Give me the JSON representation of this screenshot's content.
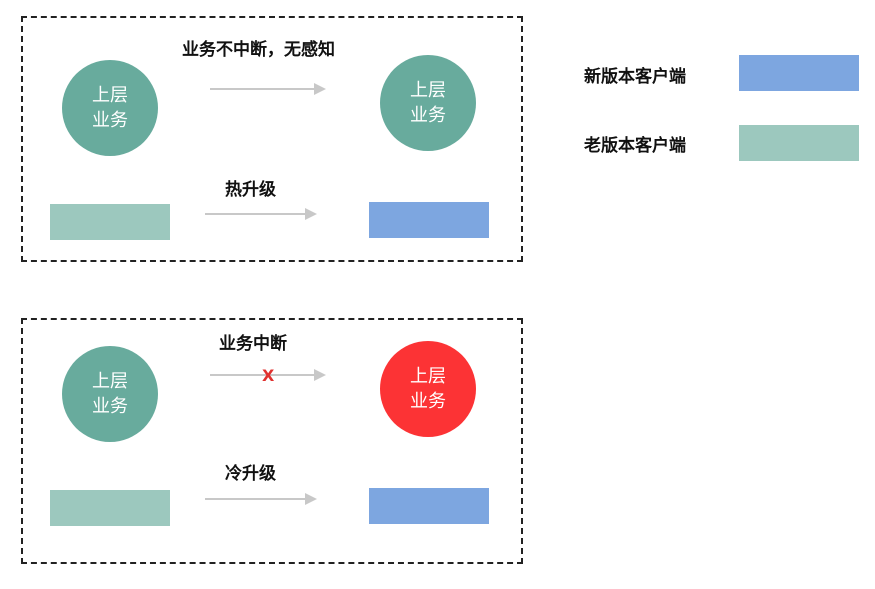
{
  "hot_upgrade": {
    "top_label": "业务不中断，无感知",
    "bottom_label": "热升级",
    "left_circle": {
      "line1": "上层",
      "line2": "业务"
    },
    "right_circle": {
      "line1": "上层",
      "line2": "业务"
    }
  },
  "cold_upgrade": {
    "top_label": "业务中断",
    "bottom_label": "冷升级",
    "x_mark": "X",
    "left_circle": {
      "line1": "上层",
      "line2": "业务"
    },
    "right_circle": {
      "line1": "上层",
      "line2": "业务"
    }
  },
  "legend": {
    "new_client": "新版本客户端",
    "old_client": "老版本客户端"
  },
  "colors": {
    "teal_circle": "#68ab9d",
    "red_circle": "#fc3335",
    "old_client": "#9cc8be",
    "new_client": "#7da6e0",
    "arrow": "#c8c8c8"
  }
}
